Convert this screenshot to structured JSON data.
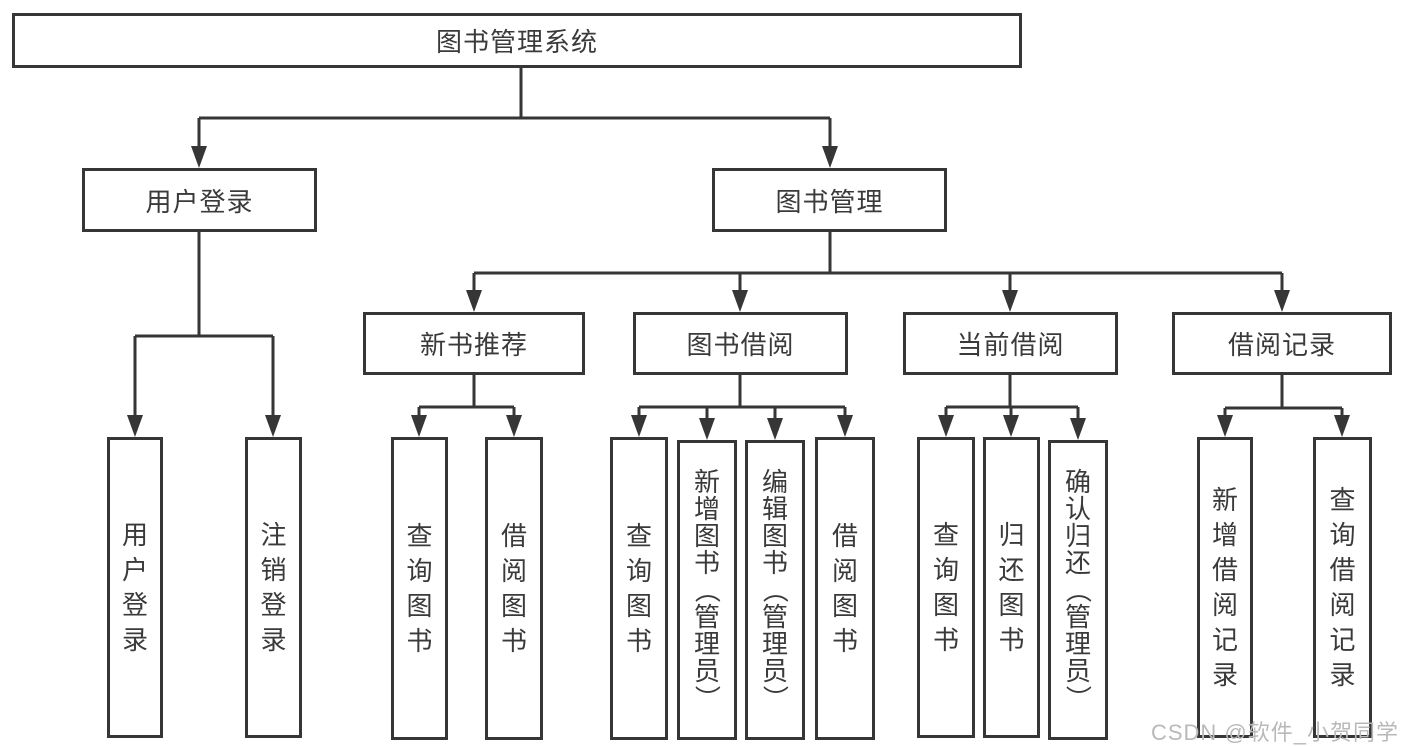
{
  "nodes": {
    "root": "图书管理系统",
    "user_login": "用户登录",
    "book_mgmt": "图书管理",
    "new_book": "新书推荐",
    "book_borrow": "图书借阅",
    "current_borrow": "当前借阅",
    "borrow_record": "借阅记录"
  },
  "leaves": {
    "user": [
      "用户登录",
      "注销登录"
    ],
    "rec": [
      "查询图书",
      "借阅图书"
    ],
    "borrow": [
      "查询图书",
      "新增图书（管理员）",
      "编辑图书（管理员）",
      "借阅图书"
    ],
    "current": [
      "查询图书",
      "归还图书",
      "确认归还（管理员）"
    ],
    "record": [
      "新增借阅记录",
      "查询借阅记录"
    ]
  },
  "watermark": "CSDN @软件_小贺同学",
  "colors": {
    "line": "#363636",
    "text": "#3a3a3a",
    "wm": "#b9b9b9",
    "bg": "#ffffff"
  }
}
